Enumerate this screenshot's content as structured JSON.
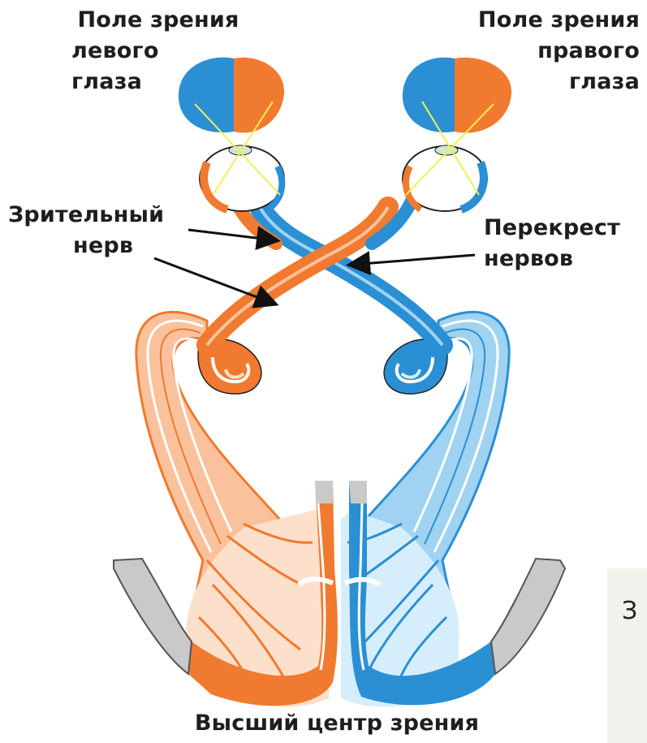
{
  "labels": {
    "left_field": [
      "Поле зрения",
      "левого",
      "глаза"
    ],
    "right_field": [
      "Поле зрения",
      "правого",
      "глаза"
    ],
    "optic_nerve": [
      "Зрительный",
      "нерв"
    ],
    "chiasm": [
      "Перекрест",
      "нервов"
    ],
    "higher_center": "Высший центр зрения",
    "side_fragment": "З"
  },
  "colors": {
    "orange": "#f07a2f",
    "orange_light": "#f9c29c",
    "orange_pale": "#fde0cc",
    "blue": "#2b8fd4",
    "blue_light": "#9fd3f1",
    "blue_pale": "#d6eefb",
    "cortex_gray": "#c9c9c9",
    "ray_yellow": "#f3ee55"
  }
}
